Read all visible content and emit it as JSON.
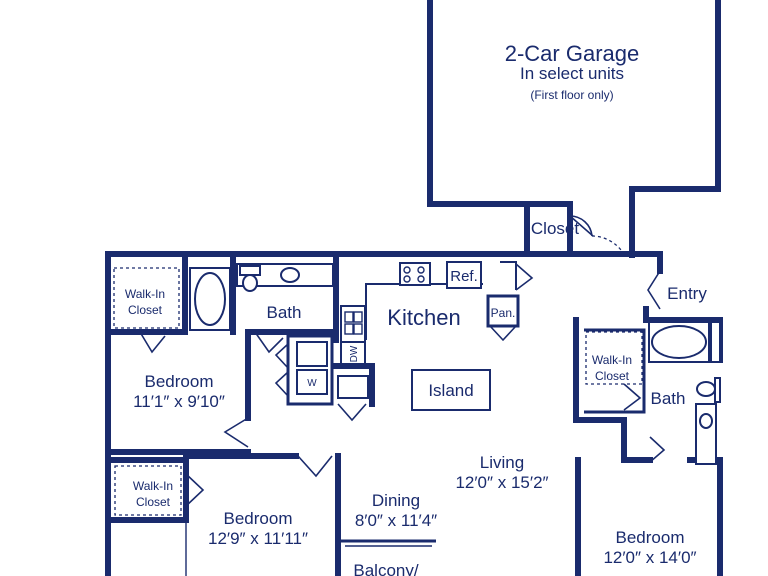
{
  "garage": {
    "title": "2-Car Garage",
    "subtitle": "In select units",
    "note": "(First floor only)"
  },
  "rooms": {
    "closet_entry": "Closet",
    "entry": "Entry",
    "kitchen": "Kitchen",
    "refrigerator": "Ref.",
    "pantry": "Pan.",
    "island": "Island",
    "dishwasher": "DW",
    "washer_dryer": "W",
    "bath_upper": "Bath",
    "bath_right": "Bath",
    "walkin_1_line1": "Walk-In",
    "walkin_1_line2": "Closet",
    "walkin_2_line1": "Walk-In",
    "walkin_2_line2": "Closet",
    "walkin_3_line1": "Walk-In",
    "walkin_3_line2": "Closet",
    "bedroom_1_name": "Bedroom",
    "bedroom_1_size": "11′1″ x 9′10″",
    "bedroom_2_name": "Bedroom",
    "bedroom_2_size": "12′9″ x 11′11″",
    "bedroom_3_name": "Bedroom",
    "bedroom_3_size": "12′0″ x 14′0″",
    "living_name": "Living",
    "living_size": "12′0″ x 15′2″",
    "dining_name": "Dining",
    "dining_size": "8′0″ x 11′4″",
    "balcony": "Balcony/"
  },
  "colors": {
    "wall": "#1a2b6d",
    "background": "#ffffff"
  }
}
